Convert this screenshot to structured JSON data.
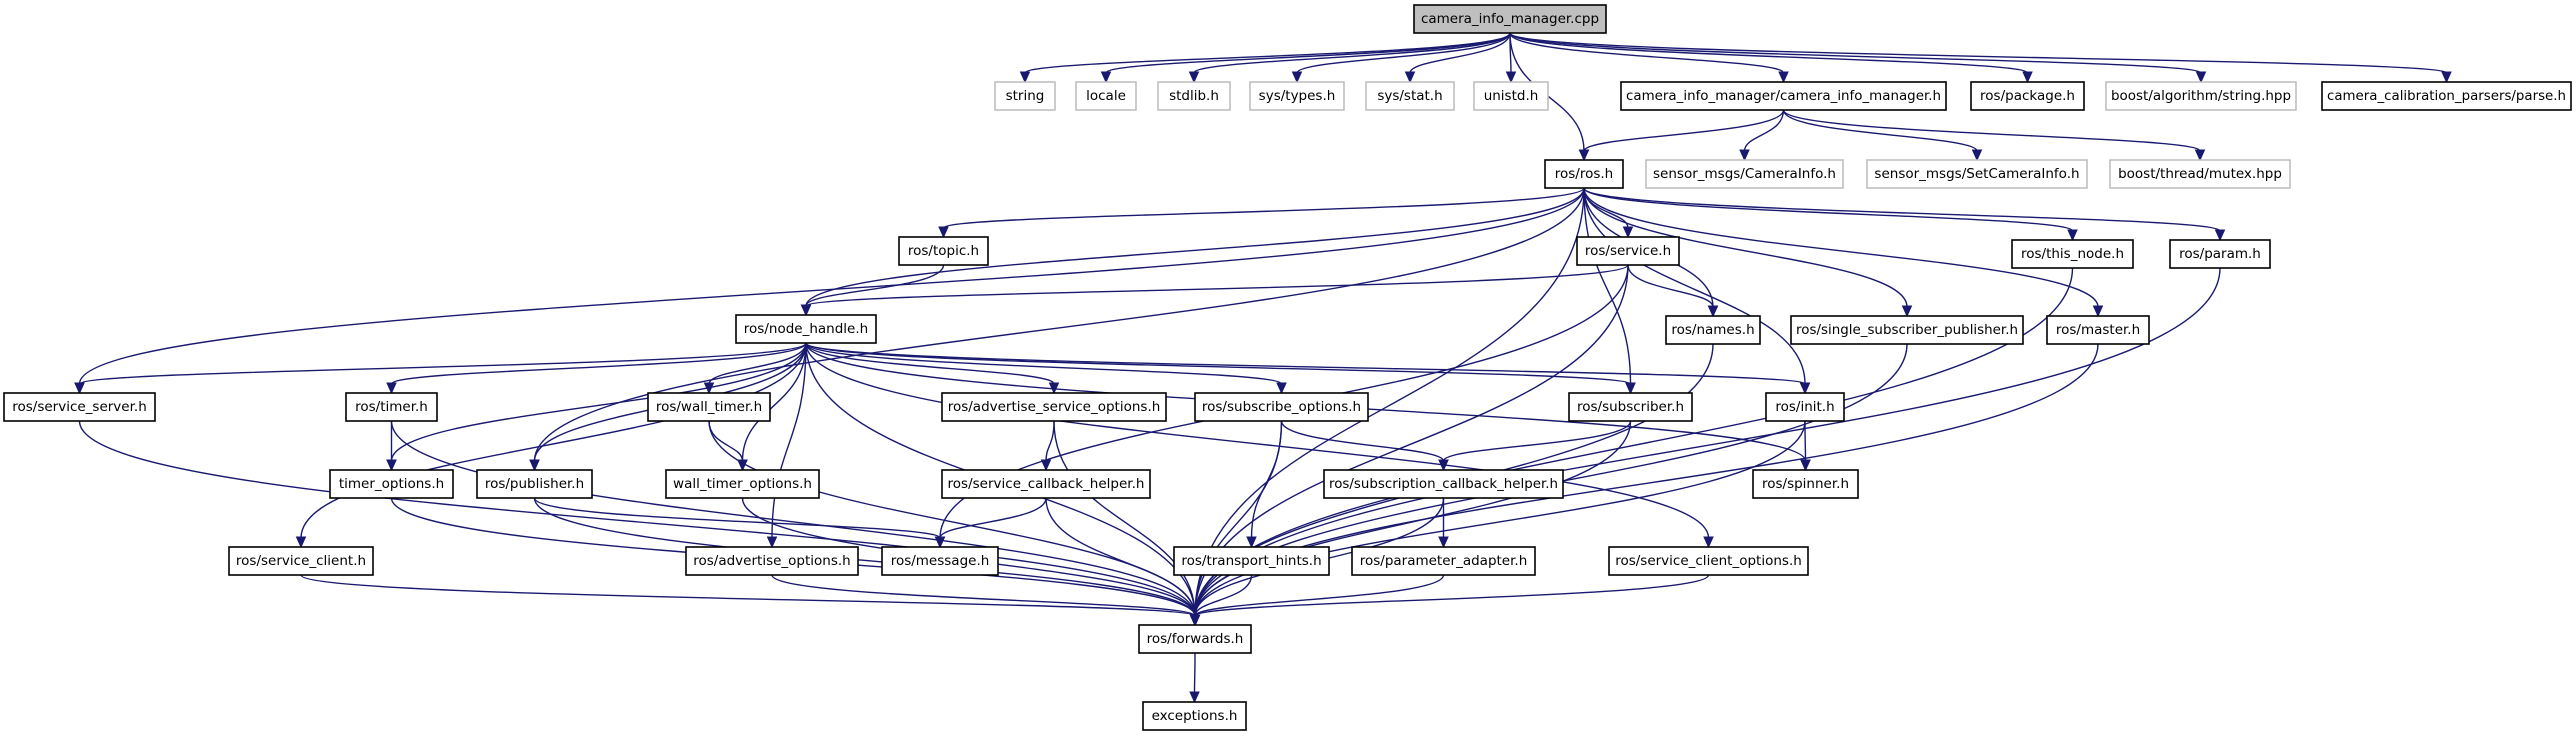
{
  "diagram": {
    "title": "camera_info_manager.cpp",
    "type": "include-dependency-graph",
    "colors": {
      "edge": "#191970",
      "root_fill": "#bfbfbf",
      "local_border": "#000000",
      "external_border": "#bfbfbf"
    },
    "nodes": [
      {
        "id": "root",
        "label": "camera_info_manager.cpp",
        "kind": "root"
      },
      {
        "id": "string",
        "label": "string",
        "kind": "external"
      },
      {
        "id": "locale",
        "label": "locale",
        "kind": "external"
      },
      {
        "id": "stdlib",
        "label": "stdlib.h",
        "kind": "external"
      },
      {
        "id": "systypes",
        "label": "sys/types.h",
        "kind": "external"
      },
      {
        "id": "sysstat",
        "label": "sys/stat.h",
        "kind": "external"
      },
      {
        "id": "unistd",
        "label": "unistd.h",
        "kind": "external"
      },
      {
        "id": "cim",
        "label": "camera_info_manager/camera_info_manager.h",
        "kind": "local"
      },
      {
        "id": "package",
        "label": "ros/package.h",
        "kind": "local"
      },
      {
        "id": "boostalg",
        "label": "boost/algorithm/string.hpp",
        "kind": "external"
      },
      {
        "id": "calib",
        "label": "camera_calibration_parsers/parse.h",
        "kind": "local"
      },
      {
        "id": "ros",
        "label": "ros/ros.h",
        "kind": "local"
      },
      {
        "id": "caminfo",
        "label": "sensor_msgs/CameraInfo.h",
        "kind": "external"
      },
      {
        "id": "setcaminfo",
        "label": "sensor_msgs/SetCameraInfo.h",
        "kind": "external"
      },
      {
        "id": "mutex",
        "label": "boost/thread/mutex.hpp",
        "kind": "external"
      },
      {
        "id": "topic",
        "label": "ros/topic.h",
        "kind": "local"
      },
      {
        "id": "service",
        "label": "ros/service.h",
        "kind": "local"
      },
      {
        "id": "thisnode",
        "label": "ros/this_node.h",
        "kind": "local"
      },
      {
        "id": "param",
        "label": "ros/param.h",
        "kind": "local"
      },
      {
        "id": "nodehandle",
        "label": "ros/node_handle.h",
        "kind": "local"
      },
      {
        "id": "names",
        "label": "ros/names.h",
        "kind": "local"
      },
      {
        "id": "ssp",
        "label": "ros/single_subscriber_publisher.h",
        "kind": "local"
      },
      {
        "id": "master",
        "label": "ros/master.h",
        "kind": "local"
      },
      {
        "id": "serviceserver",
        "label": "ros/service_server.h",
        "kind": "local"
      },
      {
        "id": "timer",
        "label": "ros/timer.h",
        "kind": "local"
      },
      {
        "id": "walltimer",
        "label": "ros/wall_timer.h",
        "kind": "local"
      },
      {
        "id": "aso",
        "label": "ros/advertise_service_options.h",
        "kind": "local"
      },
      {
        "id": "subopts",
        "label": "ros/subscribe_options.h",
        "kind": "local"
      },
      {
        "id": "subscriber",
        "label": "ros/subscriber.h",
        "kind": "local"
      },
      {
        "id": "init",
        "label": "ros/init.h",
        "kind": "local"
      },
      {
        "id": "timeropts",
        "label": "timer_options.h",
        "kind": "local"
      },
      {
        "id": "publisher",
        "label": "ros/publisher.h",
        "kind": "local"
      },
      {
        "id": "walltimeropts",
        "label": "wall_timer_options.h",
        "kind": "local"
      },
      {
        "id": "sch",
        "label": "ros/service_callback_helper.h",
        "kind": "local"
      },
      {
        "id": "subcb",
        "label": "ros/subscription_callback_helper.h",
        "kind": "local"
      },
      {
        "id": "spinner",
        "label": "ros/spinner.h",
        "kind": "local"
      },
      {
        "id": "serviceclient",
        "label": "ros/service_client.h",
        "kind": "local"
      },
      {
        "id": "advopts",
        "label": "ros/advertise_options.h",
        "kind": "local"
      },
      {
        "id": "message",
        "label": "ros/message.h",
        "kind": "local"
      },
      {
        "id": "transport",
        "label": "ros/transport_hints.h",
        "kind": "local"
      },
      {
        "id": "paramadapter",
        "label": "ros/parameter_adapter.h",
        "kind": "local"
      },
      {
        "id": "sco",
        "label": "ros/service_client_options.h",
        "kind": "local"
      },
      {
        "id": "forwards",
        "label": "ros/forwards.h",
        "kind": "local"
      },
      {
        "id": "exceptions",
        "label": "exceptions.h",
        "kind": "local"
      }
    ],
    "edges": [
      [
        "root",
        "string"
      ],
      [
        "root",
        "locale"
      ],
      [
        "root",
        "stdlib"
      ],
      [
        "root",
        "systypes"
      ],
      [
        "root",
        "sysstat"
      ],
      [
        "root",
        "unistd"
      ],
      [
        "root",
        "ros"
      ],
      [
        "root",
        "cim"
      ],
      [
        "root",
        "package"
      ],
      [
        "root",
        "boostalg"
      ],
      [
        "root",
        "calib"
      ],
      [
        "cim",
        "ros"
      ],
      [
        "cim",
        "caminfo"
      ],
      [
        "cim",
        "setcaminfo"
      ],
      [
        "cim",
        "mutex"
      ],
      [
        "ros",
        "serviceserver"
      ],
      [
        "ros",
        "publisher"
      ],
      [
        "ros",
        "topic"
      ],
      [
        "ros",
        "nodehandle"
      ],
      [
        "ros",
        "service"
      ],
      [
        "ros",
        "subscriber"
      ],
      [
        "ros",
        "init"
      ],
      [
        "ros",
        "names"
      ],
      [
        "ros",
        "ssp"
      ],
      [
        "ros",
        "master"
      ],
      [
        "ros",
        "thisnode"
      ],
      [
        "ros",
        "param"
      ],
      [
        "ros",
        "forwards"
      ],
      [
        "topic",
        "nodehandle"
      ],
      [
        "service",
        "nodehandle"
      ],
      [
        "service",
        "names"
      ],
      [
        "service",
        "message"
      ],
      [
        "service",
        "forwards"
      ],
      [
        "thisnode",
        "forwards"
      ],
      [
        "param",
        "forwards"
      ],
      [
        "names",
        "forwards"
      ],
      [
        "ssp",
        "forwards"
      ],
      [
        "master",
        "forwards"
      ],
      [
        "nodehandle",
        "serviceserver"
      ],
      [
        "nodehandle",
        "timer"
      ],
      [
        "nodehandle",
        "walltimer"
      ],
      [
        "nodehandle",
        "aso"
      ],
      [
        "nodehandle",
        "subopts"
      ],
      [
        "nodehandle",
        "subscriber"
      ],
      [
        "nodehandle",
        "init"
      ],
      [
        "nodehandle",
        "spinner"
      ],
      [
        "nodehandle",
        "timeropts"
      ],
      [
        "nodehandle",
        "publisher"
      ],
      [
        "nodehandle",
        "walltimeropts"
      ],
      [
        "nodehandle",
        "serviceclient"
      ],
      [
        "nodehandle",
        "advopts"
      ],
      [
        "nodehandle",
        "sco"
      ],
      [
        "nodehandle",
        "forwards"
      ],
      [
        "serviceserver",
        "forwards"
      ],
      [
        "timer",
        "timeropts"
      ],
      [
        "timer",
        "forwards"
      ],
      [
        "walltimer",
        "walltimeropts"
      ],
      [
        "walltimer",
        "forwards"
      ],
      [
        "aso",
        "sch"
      ],
      [
        "aso",
        "forwards"
      ],
      [
        "subopts",
        "subcb"
      ],
      [
        "subopts",
        "transport"
      ],
      [
        "subopts",
        "forwards"
      ],
      [
        "subscriber",
        "subcb"
      ],
      [
        "subscriber",
        "forwards"
      ],
      [
        "init",
        "spinner"
      ],
      [
        "init",
        "forwards"
      ],
      [
        "timeropts",
        "forwards"
      ],
      [
        "publisher",
        "message"
      ],
      [
        "publisher",
        "forwards"
      ],
      [
        "walltimeropts",
        "forwards"
      ],
      [
        "sch",
        "message"
      ],
      [
        "sch",
        "forwards"
      ],
      [
        "subcb",
        "paramadapter"
      ],
      [
        "subcb",
        "forwards"
      ],
      [
        "serviceclient",
        "forwards"
      ],
      [
        "advopts",
        "forwards"
      ],
      [
        "transport",
        "forwards"
      ],
      [
        "paramadapter",
        "forwards"
      ],
      [
        "sco",
        "forwards"
      ],
      [
        "forwards",
        "exceptions"
      ]
    ]
  }
}
